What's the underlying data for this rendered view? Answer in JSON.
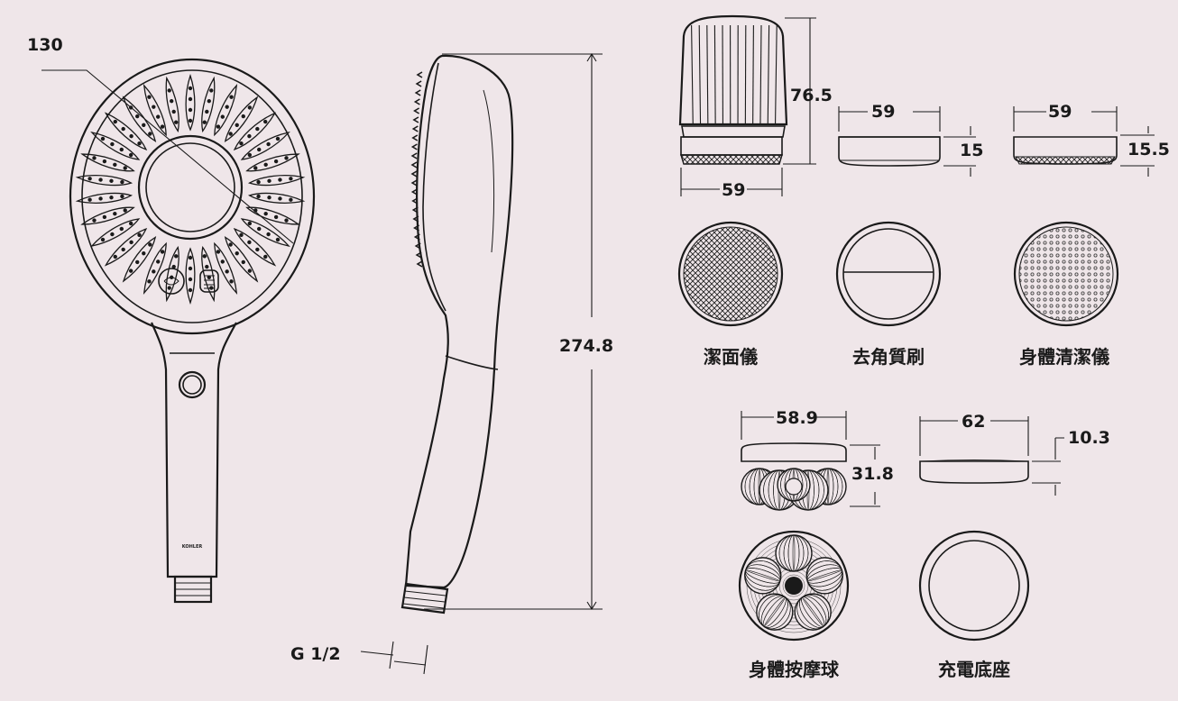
{
  "shower_head": {
    "width_dimension": "130",
    "height_dimension": "274.8",
    "thread_label": "G 1/2",
    "brand_mark": "KOHLER"
  },
  "attachments": {
    "facial_cleanser": {
      "label": "潔面儀",
      "height_dimension": "76.5",
      "width_dimension": "59"
    },
    "exfoliating_brush": {
      "label": "去角質刷",
      "width_dimension": "59",
      "height_dimension": "15"
    },
    "body_cleanser": {
      "label": "身體清潔儀",
      "width_dimension": "59",
      "height_dimension": "15.5"
    },
    "body_massage_ball": {
      "label": "身體按摩球",
      "width_dimension": "58.9",
      "height_dimension": "31.8"
    },
    "charging_base": {
      "label": "充電底座",
      "width_dimension": "62",
      "height_dimension": "10.3"
    }
  }
}
